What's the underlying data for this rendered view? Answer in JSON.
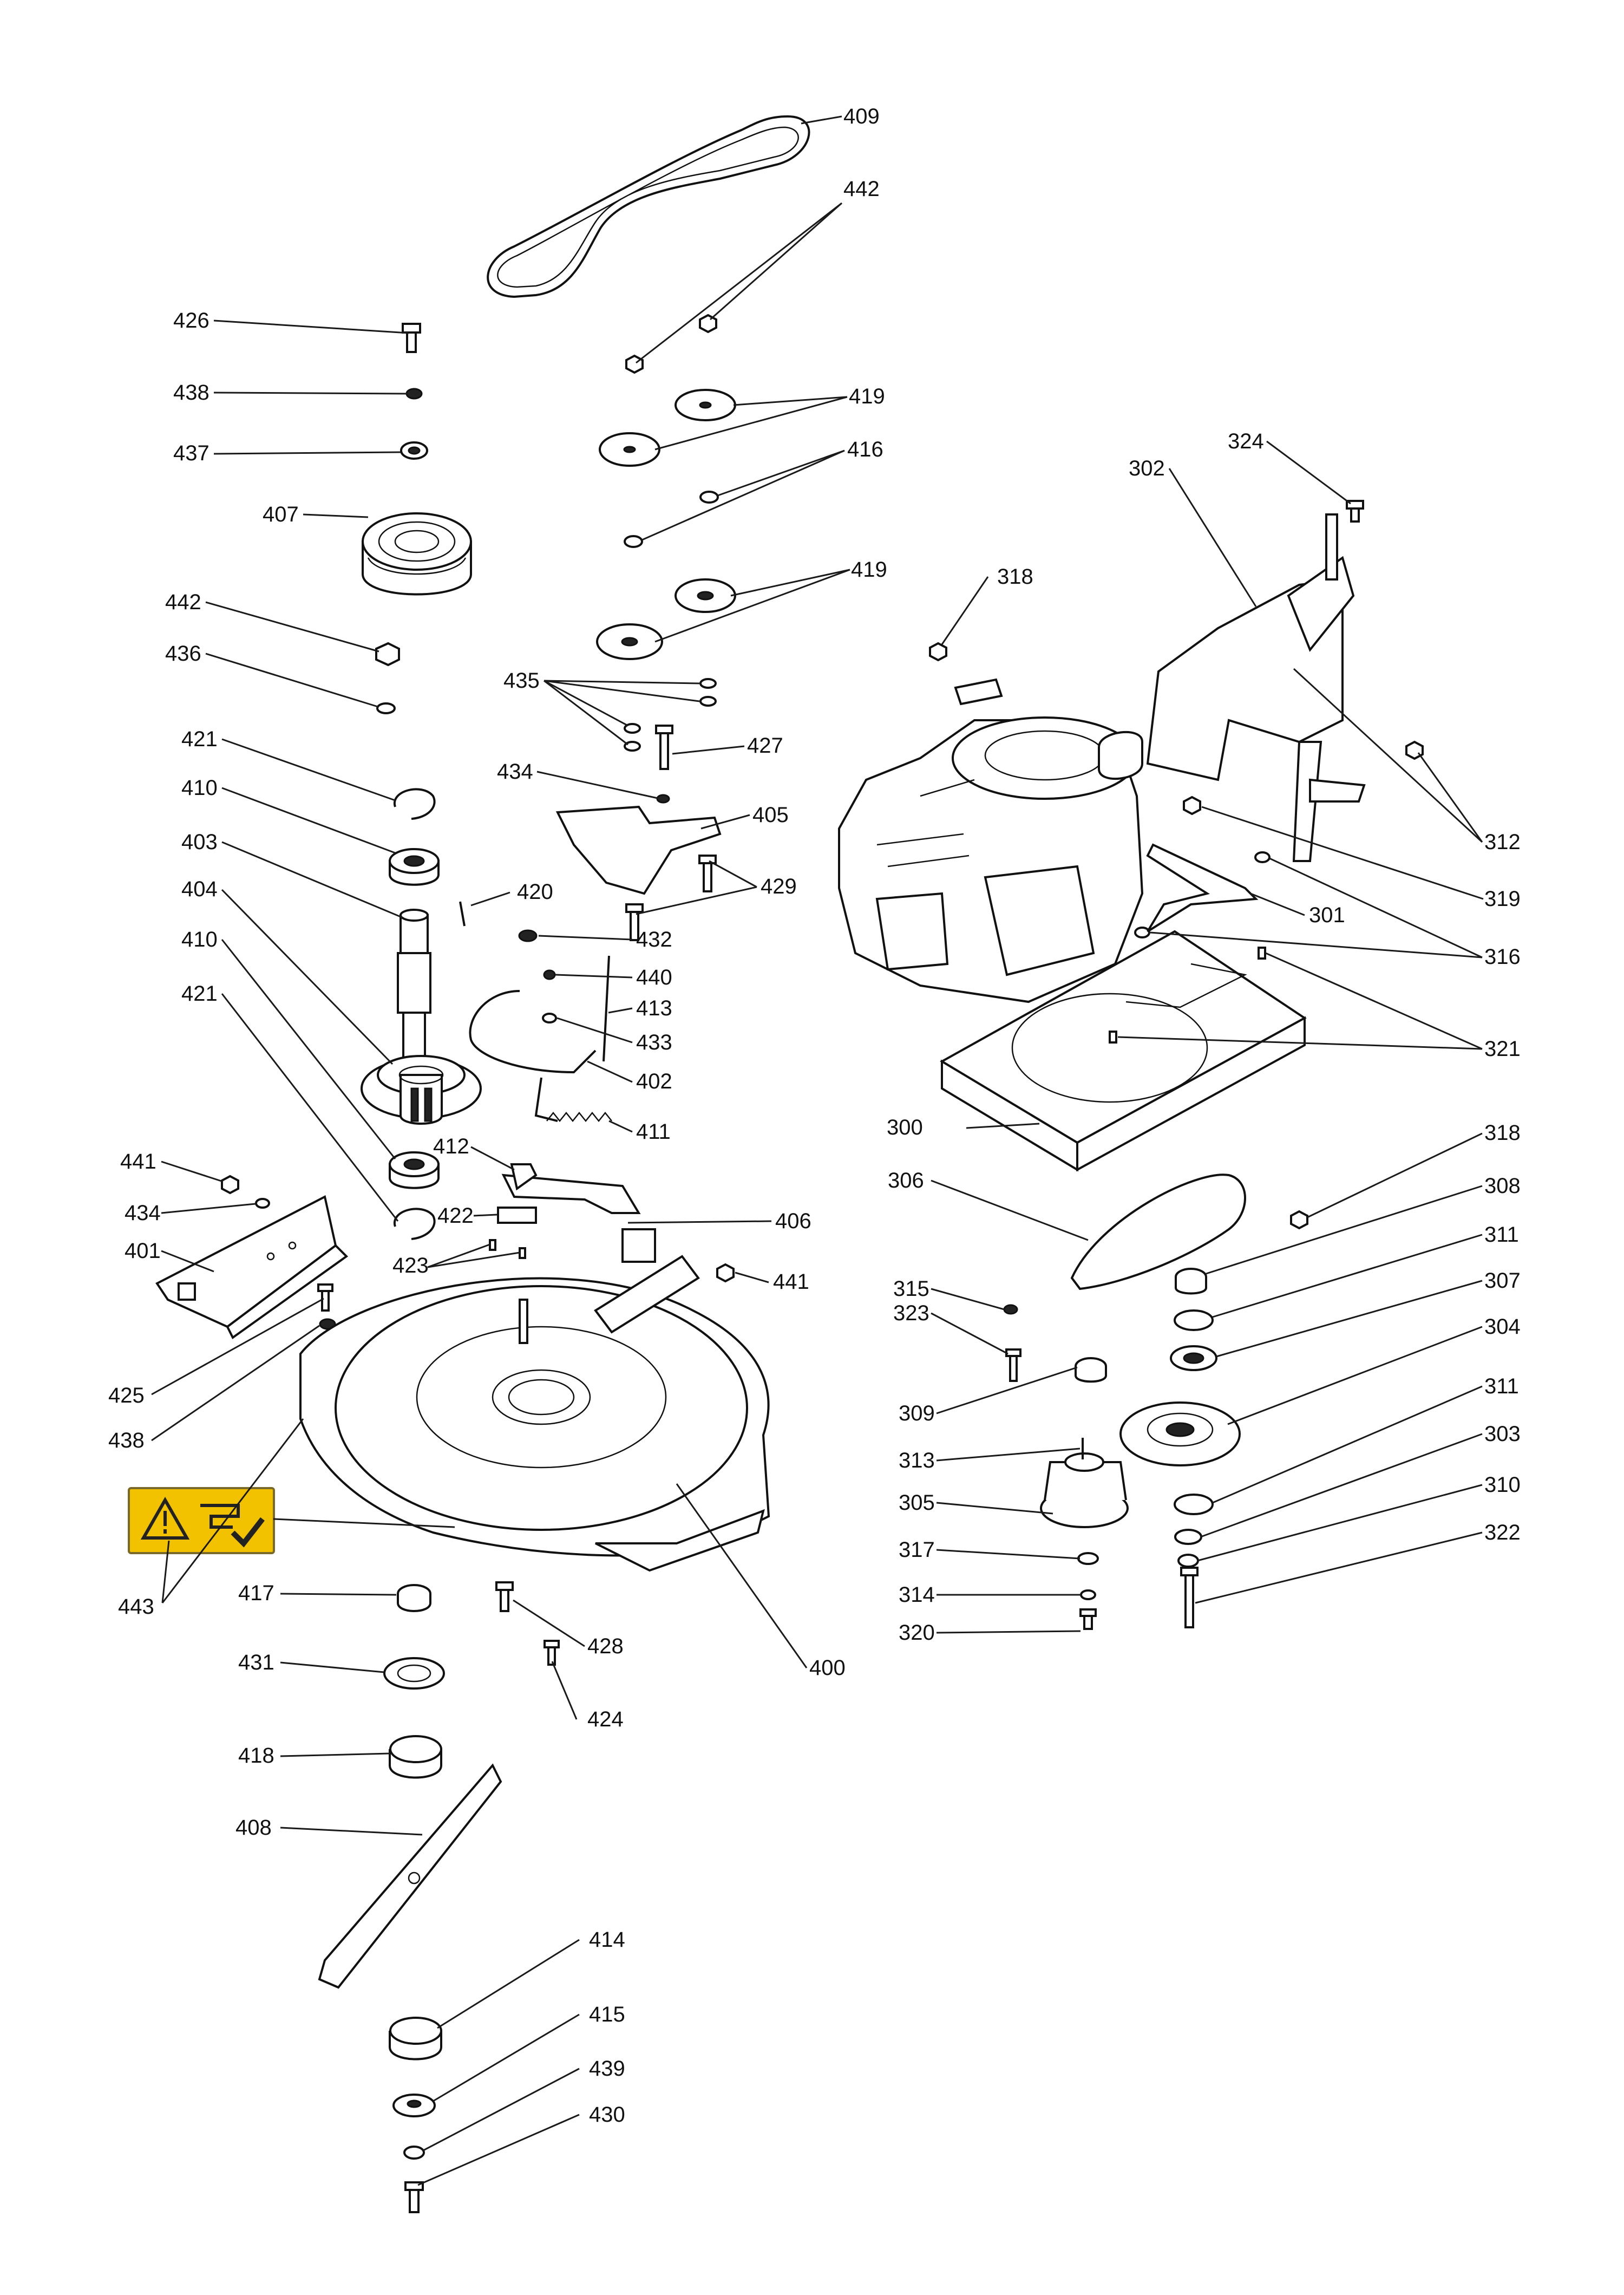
{
  "callouts": [
    {
      "id": "409",
      "text": "409"
    },
    {
      "id": "442a",
      "text": "442"
    },
    {
      "id": "426",
      "text": "426"
    },
    {
      "id": "438a",
      "text": "438"
    },
    {
      "id": "419a",
      "text": "419"
    },
    {
      "id": "437",
      "text": "437"
    },
    {
      "id": "416",
      "text": "416"
    },
    {
      "id": "407",
      "text": "407"
    },
    {
      "id": "419b",
      "text": "419"
    },
    {
      "id": "442b",
      "text": "442"
    },
    {
      "id": "436",
      "text": "436"
    },
    {
      "id": "435",
      "text": "435"
    },
    {
      "id": "427",
      "text": "427"
    },
    {
      "id": "421a",
      "text": "421"
    },
    {
      "id": "434a",
      "text": "434"
    },
    {
      "id": "410a",
      "text": "410"
    },
    {
      "id": "405",
      "text": "405"
    },
    {
      "id": "403",
      "text": "403"
    },
    {
      "id": "429",
      "text": "429"
    },
    {
      "id": "404",
      "text": "404"
    },
    {
      "id": "420",
      "text": "420"
    },
    {
      "id": "432",
      "text": "432"
    },
    {
      "id": "410b",
      "text": "410"
    },
    {
      "id": "440",
      "text": "440"
    },
    {
      "id": "421b",
      "text": "421"
    },
    {
      "id": "413",
      "text": "413"
    },
    {
      "id": "433",
      "text": "433"
    },
    {
      "id": "402",
      "text": "402"
    },
    {
      "id": "411",
      "text": "411"
    },
    {
      "id": "412",
      "text": "412"
    },
    {
      "id": "441a",
      "text": "441"
    },
    {
      "id": "434b",
      "text": "434"
    },
    {
      "id": "422",
      "text": "422"
    },
    {
      "id": "406",
      "text": "406"
    },
    {
      "id": "401",
      "text": "401"
    },
    {
      "id": "423",
      "text": "423"
    },
    {
      "id": "441b",
      "text": "441"
    },
    {
      "id": "425",
      "text": "425"
    },
    {
      "id": "438b",
      "text": "438"
    },
    {
      "id": "443",
      "text": "443"
    },
    {
      "id": "417",
      "text": "417"
    },
    {
      "id": "428",
      "text": "428"
    },
    {
      "id": "400",
      "text": "400"
    },
    {
      "id": "431",
      "text": "431"
    },
    {
      "id": "424",
      "text": "424"
    },
    {
      "id": "418",
      "text": "418"
    },
    {
      "id": "408",
      "text": "408"
    },
    {
      "id": "414",
      "text": "414"
    },
    {
      "id": "415",
      "text": "415"
    },
    {
      "id": "439",
      "text": "439"
    },
    {
      "id": "430",
      "text": "430"
    },
    {
      "id": "324",
      "text": "324"
    },
    {
      "id": "302",
      "text": "302"
    },
    {
      "id": "318a",
      "text": "318"
    },
    {
      "id": "312",
      "text": "312"
    },
    {
      "id": "319",
      "text": "319"
    },
    {
      "id": "301",
      "text": "301"
    },
    {
      "id": "316",
      "text": "316"
    },
    {
      "id": "321",
      "text": "321"
    },
    {
      "id": "300",
      "text": "300"
    },
    {
      "id": "318b",
      "text": "318"
    },
    {
      "id": "306",
      "text": "306"
    },
    {
      "id": "308",
      "text": "308"
    },
    {
      "id": "311a",
      "text": "311"
    },
    {
      "id": "315",
      "text": "315"
    },
    {
      "id": "307",
      "text": "307"
    },
    {
      "id": "323",
      "text": "323"
    },
    {
      "id": "304",
      "text": "304"
    },
    {
      "id": "309",
      "text": "309"
    },
    {
      "id": "311b",
      "text": "311"
    },
    {
      "id": "313",
      "text": "313"
    },
    {
      "id": "303",
      "text": "303"
    },
    {
      "id": "305",
      "text": "305"
    },
    {
      "id": "310",
      "text": "310"
    },
    {
      "id": "322",
      "text": "322"
    },
    {
      "id": "317",
      "text": "317"
    },
    {
      "id": "314",
      "text": "314"
    },
    {
      "id": "320",
      "text": "320"
    }
  ],
  "colors": {
    "line": "#1a1a1a",
    "label_bg": "#f2c200",
    "label_border": "#7a6a2a"
  }
}
